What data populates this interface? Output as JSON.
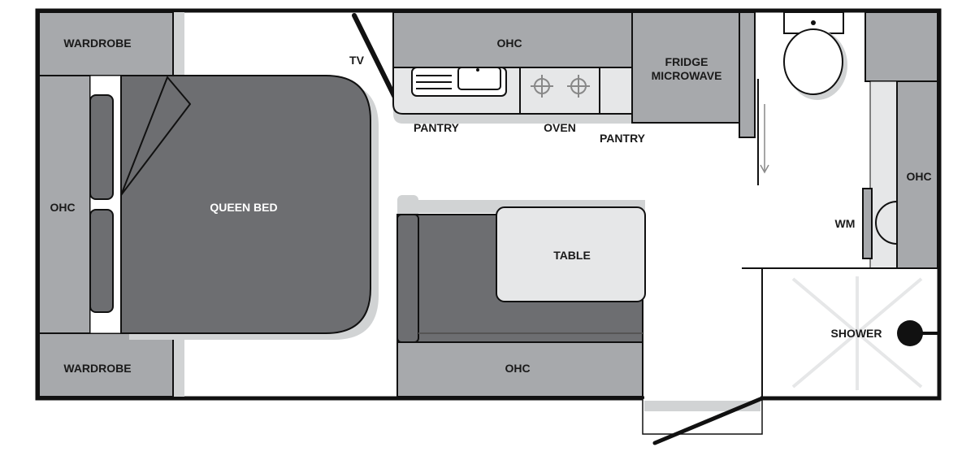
{
  "labels": {
    "wardrobe_top": "WARDROBE",
    "wardrobe_bottom": "WARDROBE",
    "ohc_left": "OHC",
    "queen_bed": "QUEEN BED",
    "tv": "TV",
    "ohc_top": "OHC",
    "pantry_left": "PANTRY",
    "oven": "OVEN",
    "pantry_right": "PANTRY",
    "fridge": "FRIDGE",
    "microwave": "MICROWAVE",
    "table": "TABLE",
    "ohc_bottom": "OHC",
    "ohc_right": "OHC",
    "wm": "WM",
    "shower": "SHOWER"
  },
  "colors": {
    "wall": "#111111",
    "cabinet": "#a7a9ac",
    "bed": "#6d6e71",
    "shadow": "#d1d3d4",
    "table": "#e6e7e8",
    "floor": "#ffffff"
  }
}
